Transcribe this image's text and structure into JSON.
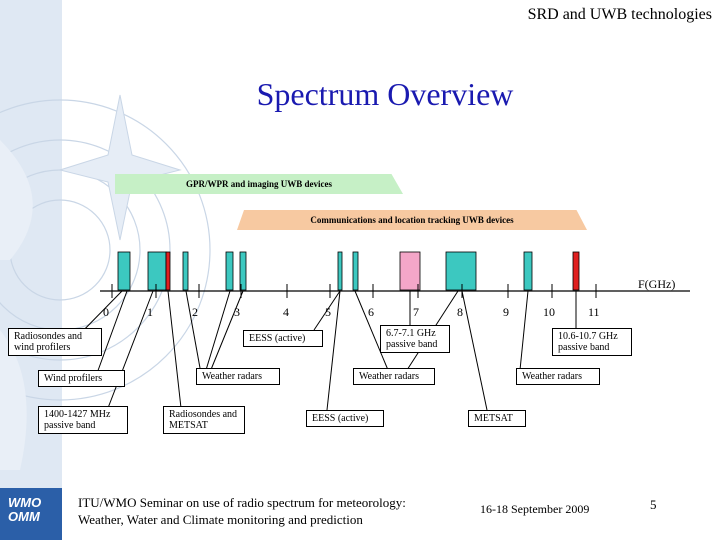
{
  "header": {
    "title": "SRD and UWB technologies"
  },
  "slide": {
    "title": "Spectrum Overview"
  },
  "banners": {
    "gpr": "GPR/WPR and imaging  UWB devices",
    "comm": "Communications and location tracking UWB devices"
  },
  "axis": {
    "unit_label": "F(GHz)",
    "ticks": [
      "0",
      "1",
      "2",
      "3",
      "4",
      "5",
      "6",
      "7",
      "8",
      "9",
      "10",
      "11"
    ]
  },
  "bands": [
    {
      "id": "b1",
      "color": "#3cc8c0"
    },
    {
      "id": "b2",
      "color": "#3cc8c0"
    },
    {
      "id": "b3",
      "color": "#e02020"
    },
    {
      "id": "b4",
      "color": "#3cc8c0"
    },
    {
      "id": "b5",
      "color": "#3cc8c0"
    },
    {
      "id": "b6",
      "color": "#3cc8c0"
    },
    {
      "id": "b7",
      "color": "#3cc8c0"
    },
    {
      "id": "b8",
      "color": "#3cc8c0"
    },
    {
      "id": "b9",
      "color": "#f4a6c8"
    },
    {
      "id": "b10",
      "color": "#3cc8c0"
    },
    {
      "id": "b11",
      "color": "#3cc8c0"
    },
    {
      "id": "b12",
      "color": "#e02020"
    }
  ],
  "labels": {
    "radiosondes_wind": "Radiosondes and wind profilers",
    "wind_profilers": "Wind profilers",
    "passive_1400": "1400-1427 MHz passive band",
    "radiosondes_metsat": "Radiosondes and METSAT",
    "weather_radars_1": "Weather radars",
    "eess_active_1": "EESS (active)",
    "passive_67": "6.7-7.1 GHz passive band",
    "weather_radars_2": "Weather radars",
    "eess_active_2": "EESS (active)",
    "passive_106": "10.6-10.7 GHz passive band",
    "weather_radars_3": "Weather radars",
    "metsat": "METSAT"
  },
  "footer": {
    "seminar_line1": "ITU/WMO Seminar on use of radio spectrum for meteorology:",
    "seminar_line2": "Weather, Water and Climate monitoring and prediction",
    "date": "16-18 September 2009",
    "page": "5",
    "logo_line1": "WMO",
    "logo_line2": "OMM"
  },
  "colors": {
    "title": "#1a1ab0",
    "teal": "#3cc8c0",
    "red": "#e02020",
    "pink": "#f4a6c8",
    "gpr_banner": "#c6f0c6",
    "comm_banner": "#f7c9a1"
  }
}
